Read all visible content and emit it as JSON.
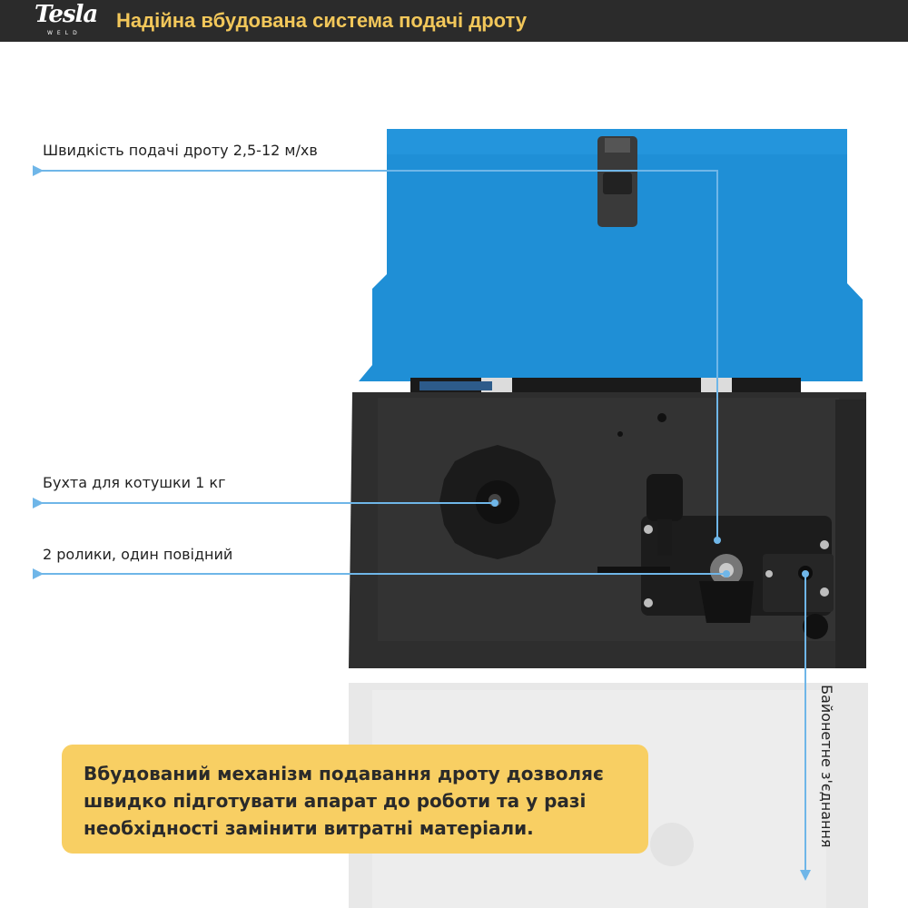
{
  "header": {
    "logo_text": "Tesla",
    "logo_subtext": "WELD",
    "title": "Надійна вбудована система подачі дроту"
  },
  "callouts": {
    "feed_speed": "Швидкість подачі дроту 2,5-12 м/хв",
    "spool": "Бухта для котушки 1 кг",
    "rollers": "2 ролики, один повідний",
    "bayonet": "Байонетне з'єднання"
  },
  "info_card": {
    "text": "Вбудований механізм подавання дроту дозволяє швидко підготувати апарат до роботи та у разі необхідності замінити витратні матеріали."
  },
  "colors": {
    "header_bg": "#2b2b2b",
    "title": "#f2c75a",
    "lid_blue": "#1f8fd6",
    "body_dark": "#2e2e2e",
    "callout_line": "#6fb6e8",
    "card_bg": "#f8cf63"
  }
}
